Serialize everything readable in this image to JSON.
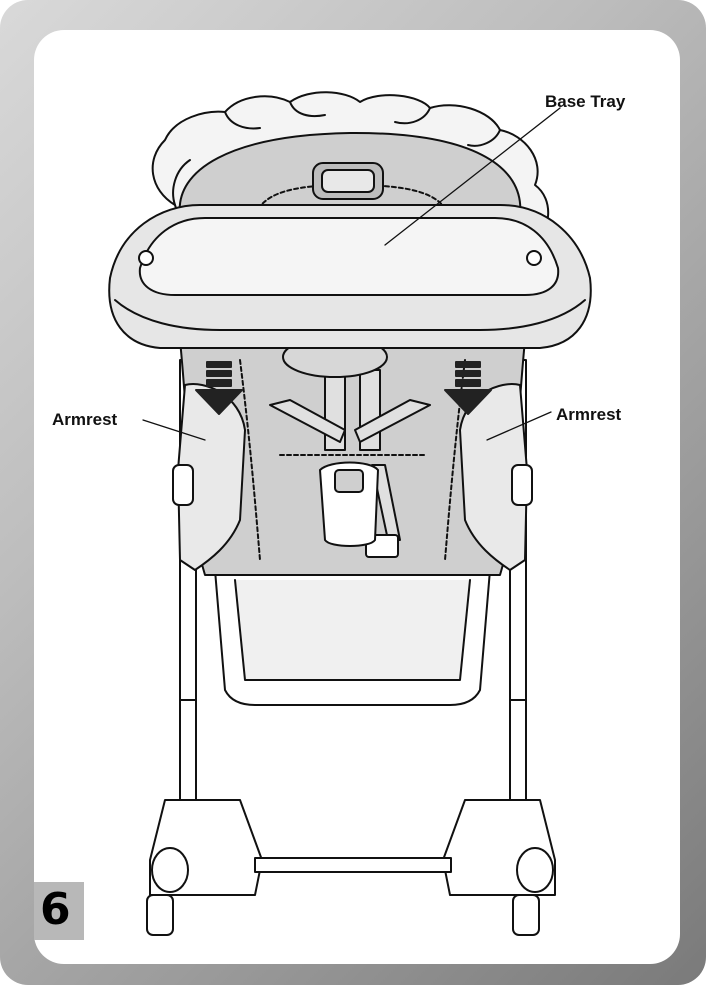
{
  "labels": {
    "base_tray": "Base Tray",
    "armrest_left": "Armrest",
    "armrest_right": "Armrest"
  },
  "step": "6",
  "colors": {
    "frame_gradient_light": "#d9d9d9",
    "frame_gradient_dark": "#7a7a7a",
    "seat_fill": "#cfcfcf",
    "tray_fill": "#e6e6e6",
    "arrow_fill": "#222222",
    "step_box": "#b8b8b8"
  }
}
